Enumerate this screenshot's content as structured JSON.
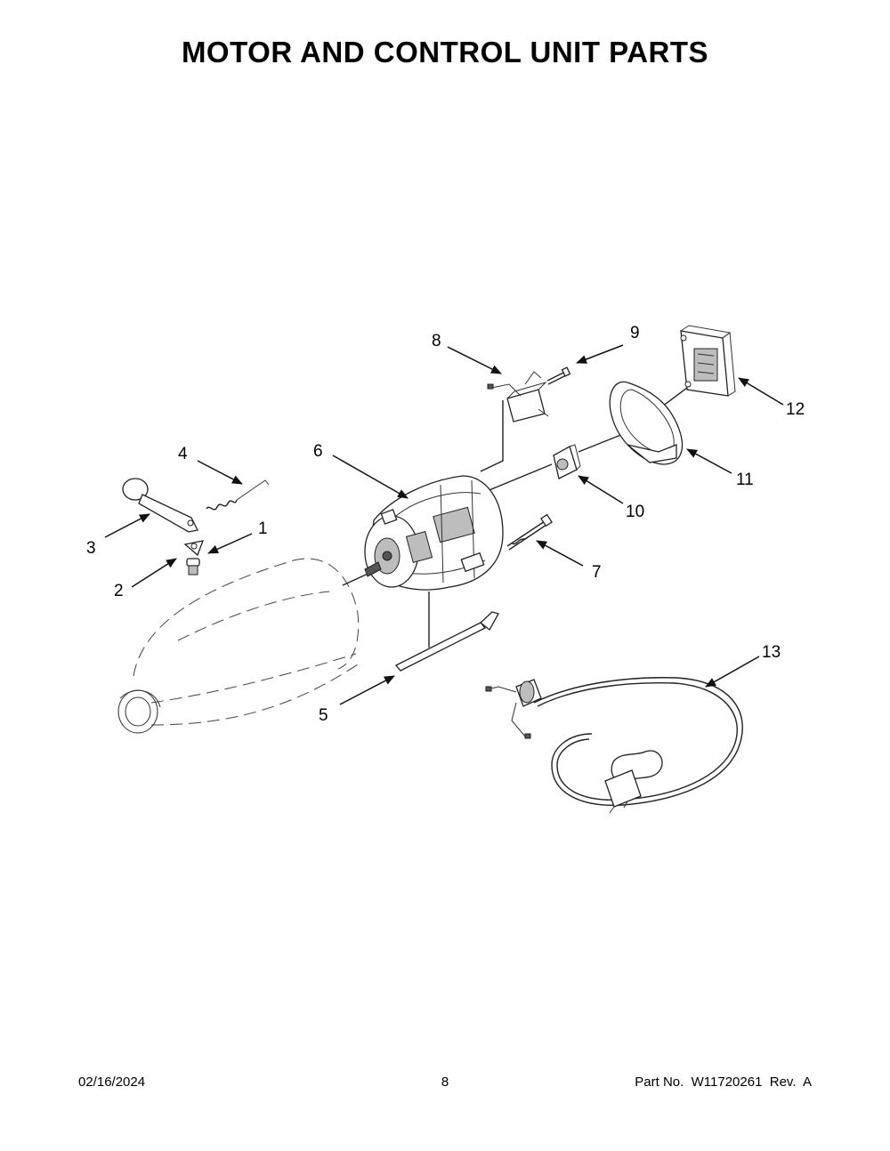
{
  "title": "MOTOR AND CONTROL UNIT PARTS",
  "footer": {
    "date": "02/16/2024",
    "page": "8",
    "part_no": "Part No.  W11720261  Rev.  A"
  },
  "callouts": {
    "c1": "1",
    "c2": "2",
    "c3": "3",
    "c4": "4",
    "c5": "5",
    "c6": "6",
    "c7": "7",
    "c8": "8",
    "c9": "9",
    "c10": "10",
    "c11": "11",
    "c12": "12",
    "c13": "13"
  }
}
